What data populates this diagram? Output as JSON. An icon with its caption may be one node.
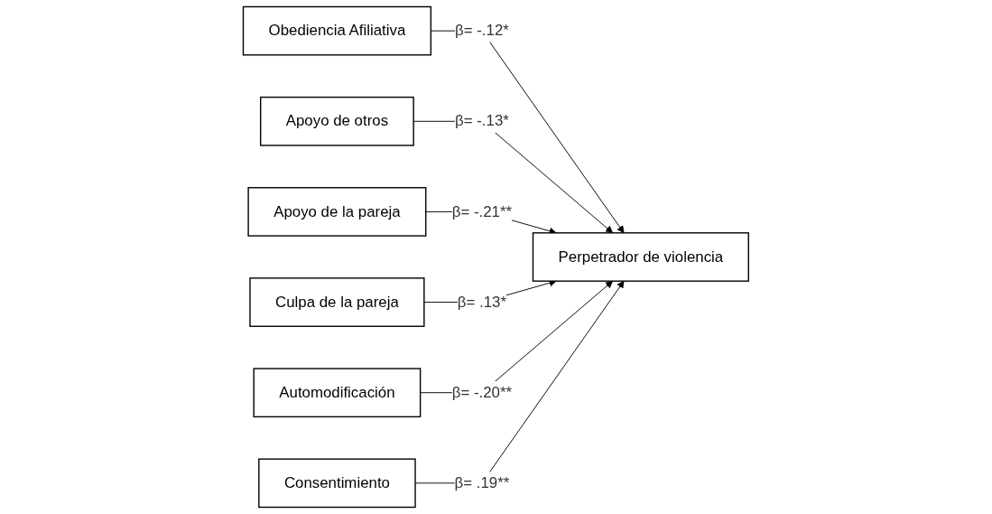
{
  "diagram": {
    "nodes": [
      {
        "text": [
          "Obediencia Afiliativa"
        ]
      },
      {
        "text": [
          "Apoyo de otros"
        ]
      },
      {
        "text": [
          "Apoyo de la pareja"
        ]
      },
      {
        "text": [
          "Culpa de la pareja"
        ]
      },
      {
        "text": [
          "Perpetrador de violencia"
        ]
      },
      {
        "text": [
          "Automodificación"
        ]
      },
      {
        "text": [
          "Consentimiento"
        ]
      }
    ],
    "edges": [
      {
        "from": 0,
        "to": 4,
        "arrow": "to",
        "label": "β= -.12*"
      },
      {
        "from": 1,
        "to": 4,
        "arrow": "to",
        "label": "β= -.13*"
      },
      {
        "from": 2,
        "to": 4,
        "arrow": "to",
        "label": "β= -.21**"
      },
      {
        "from": 3,
        "to": 4,
        "arrow": "to",
        "label": "β= .13*"
      },
      {
        "from": 5,
        "to": 4,
        "arrow": "to",
        "label": "β= -.20**"
      },
      {
        "from": 6,
        "to": 4,
        "arrow": "to",
        "label": "β= .19**"
      }
    ]
  }
}
